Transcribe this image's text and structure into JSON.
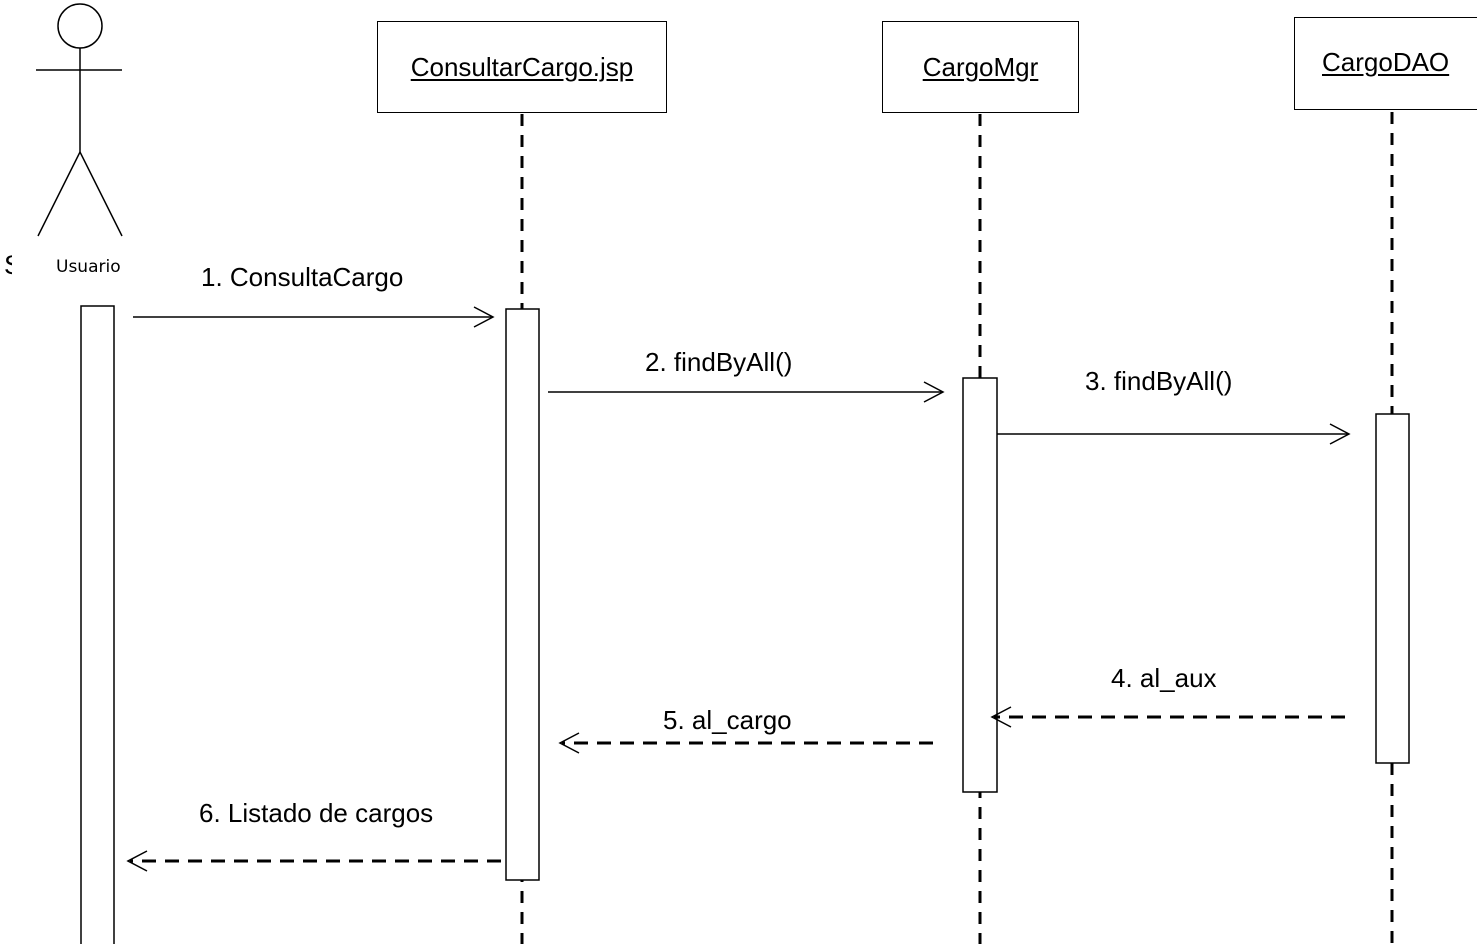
{
  "actor": {
    "name": "Usuario",
    "clipped_label": "S"
  },
  "lifelines": [
    {
      "id": "jsp",
      "name": "ConsultarCargo.jsp"
    },
    {
      "id": "mgr",
      "name": "CargoMgr"
    },
    {
      "id": "dao",
      "name": "CargoDAO"
    }
  ],
  "messages": [
    {
      "label": "1. ConsultaCargo",
      "kind": "call"
    },
    {
      "label": "2. findByAll()",
      "kind": "call"
    },
    {
      "label": "3. findByAll()",
      "kind": "call"
    },
    {
      "label": "4. al_aux",
      "kind": "return"
    },
    {
      "label": "5. al_cargo",
      "kind": "return"
    },
    {
      "label": "6. Listado de cargos",
      "kind": "return"
    }
  ]
}
